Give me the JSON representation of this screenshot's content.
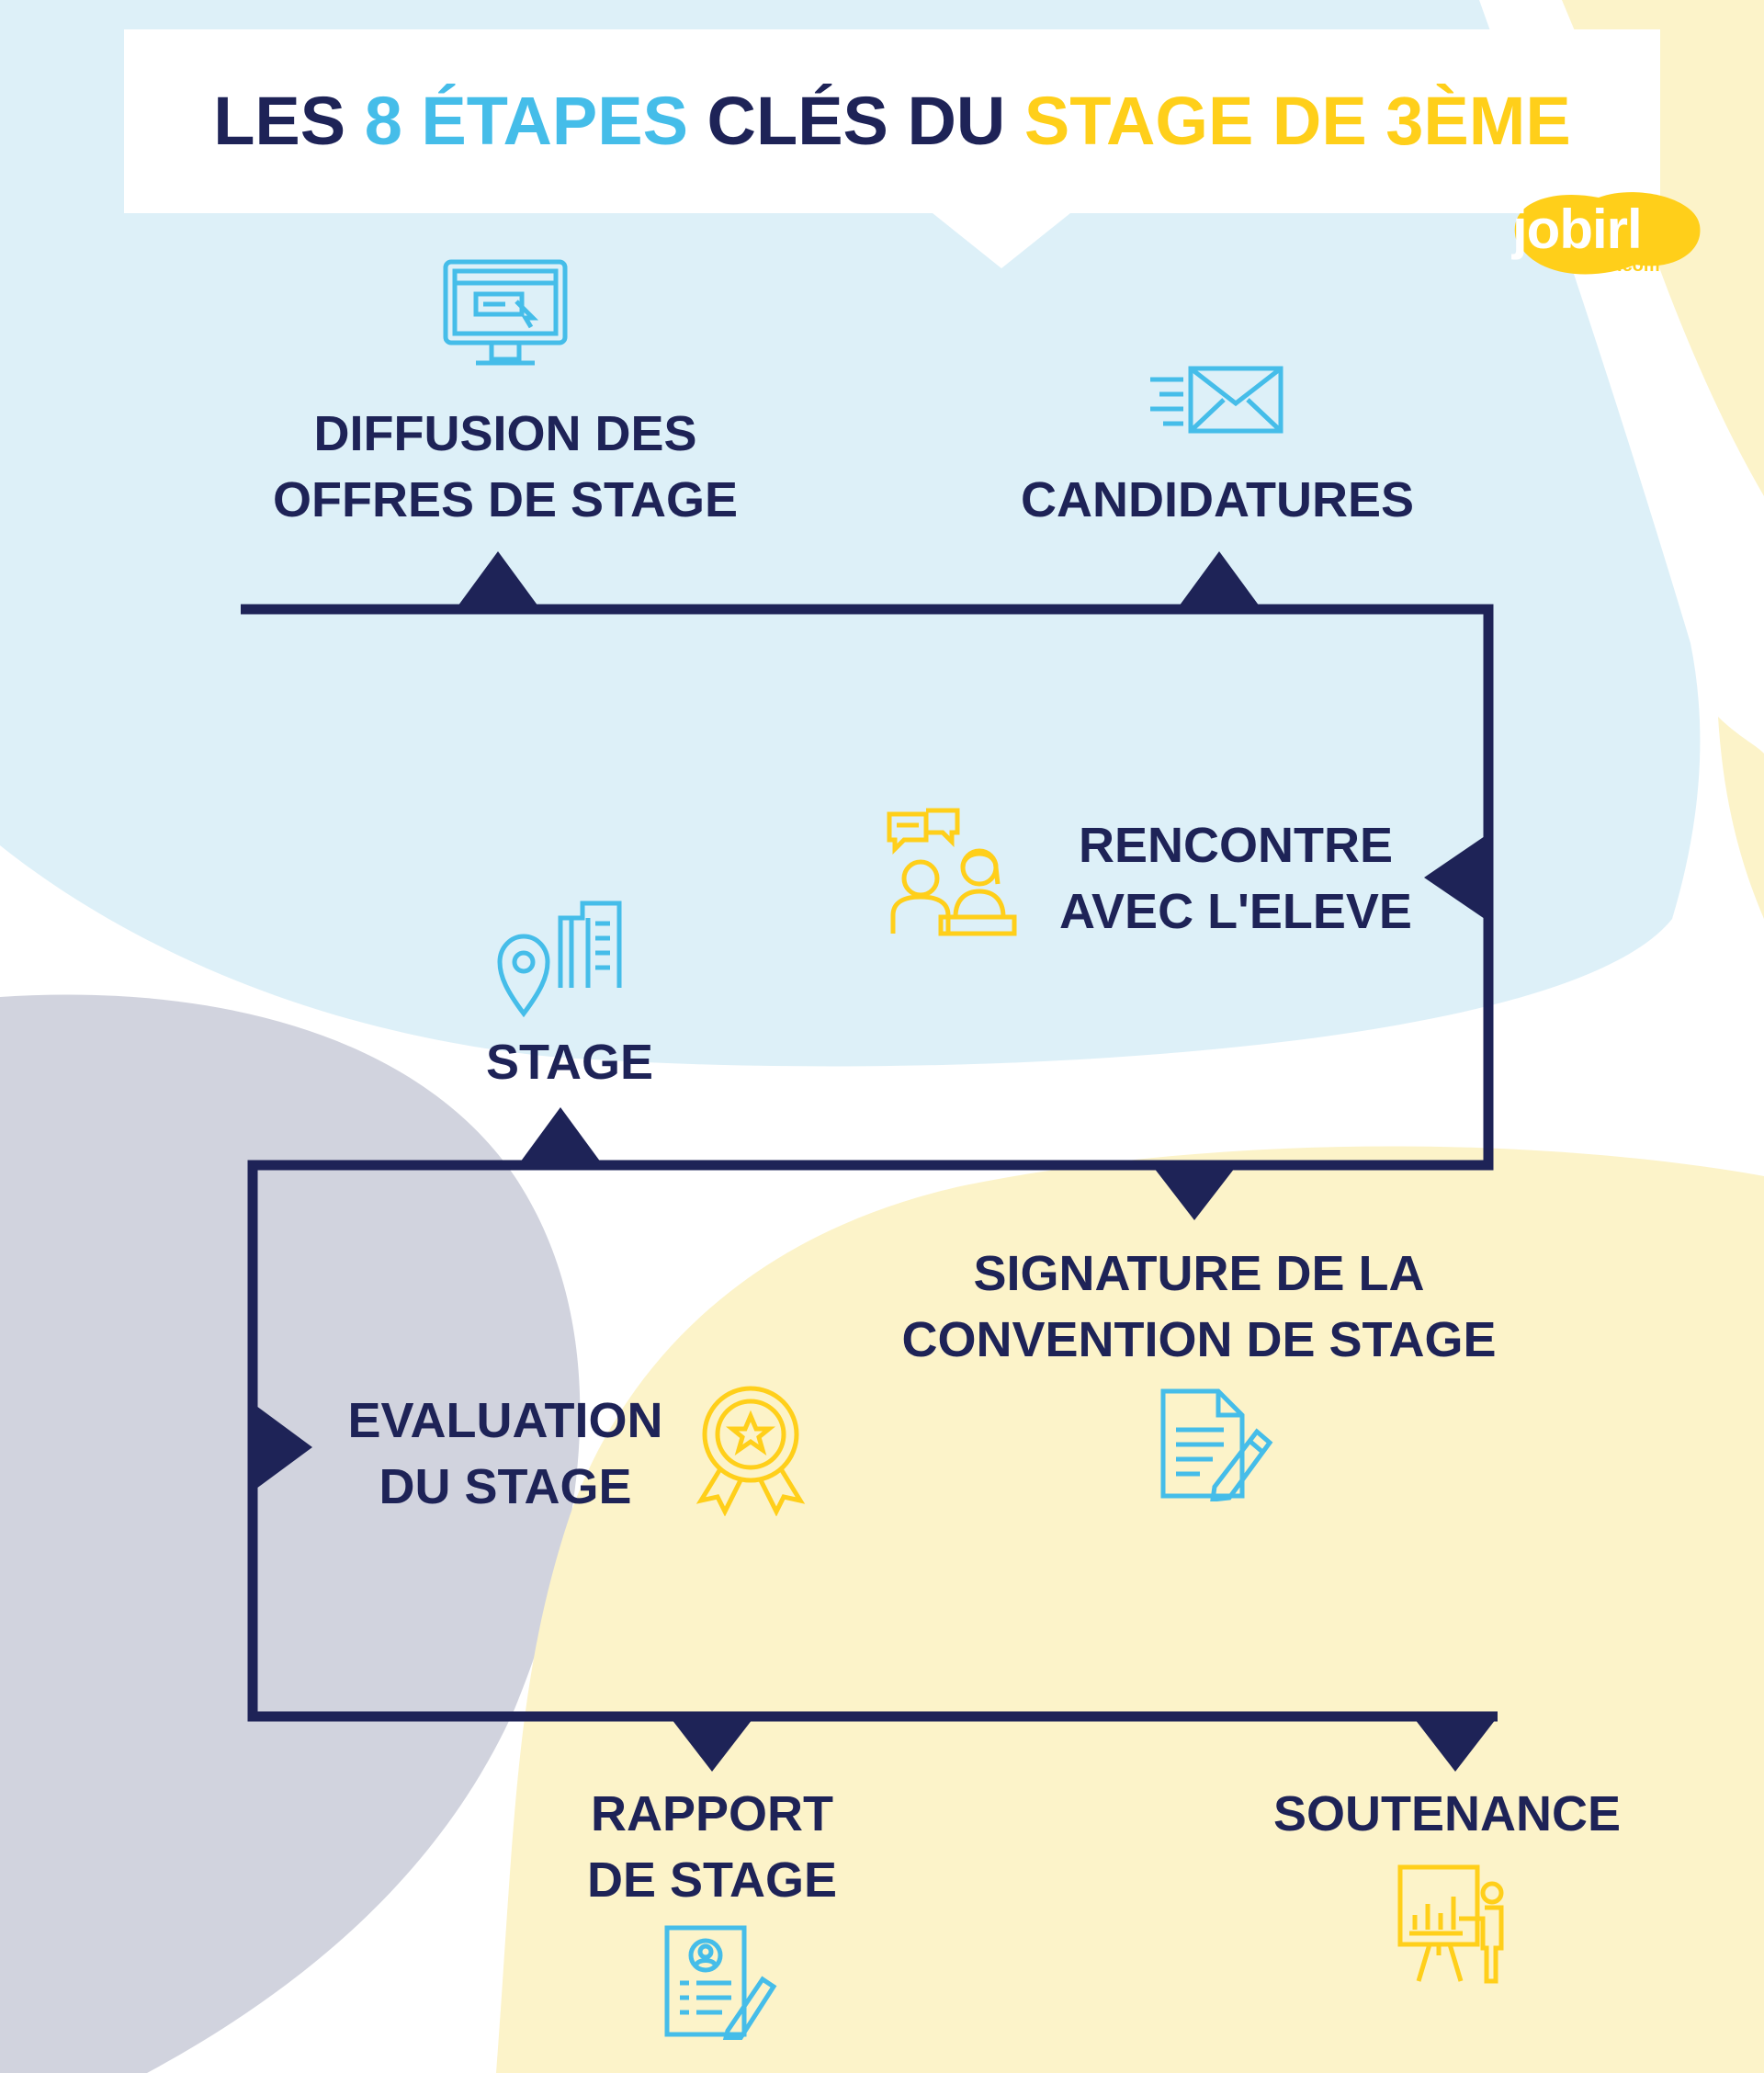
{
  "title": {
    "part1": "LES ",
    "part2": "8 ÉTAPES",
    "part3": " CLÉS DU ",
    "part4": "STAGE DE 3ÈME"
  },
  "logo": {
    "name": "jobirl",
    "suffix": ".com"
  },
  "steps": [
    {
      "lines": [
        "DIFFUSION DES",
        "OFFRES DE STAGE"
      ],
      "icon": "computer-screen-icon"
    },
    {
      "lines": [
        "CANDIDATURES"
      ],
      "icon": "envelope-icon"
    },
    {
      "lines": [
        "RENCONTRE",
        "AVEC L'ELEVE"
      ],
      "icon": "meeting-icon"
    },
    {
      "lines": [
        "SIGNATURE DE LA",
        "CONVENTION DE STAGE"
      ],
      "icon": "document-sign-icon"
    },
    {
      "lines": [
        "STAGE"
      ],
      "icon": "building-location-icon"
    },
    {
      "lines": [
        "EVALUATION",
        "DU STAGE"
      ],
      "icon": "award-badge-icon"
    },
    {
      "lines": [
        "RAPPORT",
        "DE STAGE"
      ],
      "icon": "report-icon"
    },
    {
      "lines": [
        "SOUTENANCE"
      ],
      "icon": "presentation-icon"
    }
  ],
  "colors": {
    "navy": "#1e2357",
    "blue": "#45bde9",
    "yellow": "#ffcf1a",
    "light_blue_bg": "#ddf0f8",
    "light_yellow_bg": "#fcf3c9",
    "grey_bg": "#d1d3de"
  }
}
